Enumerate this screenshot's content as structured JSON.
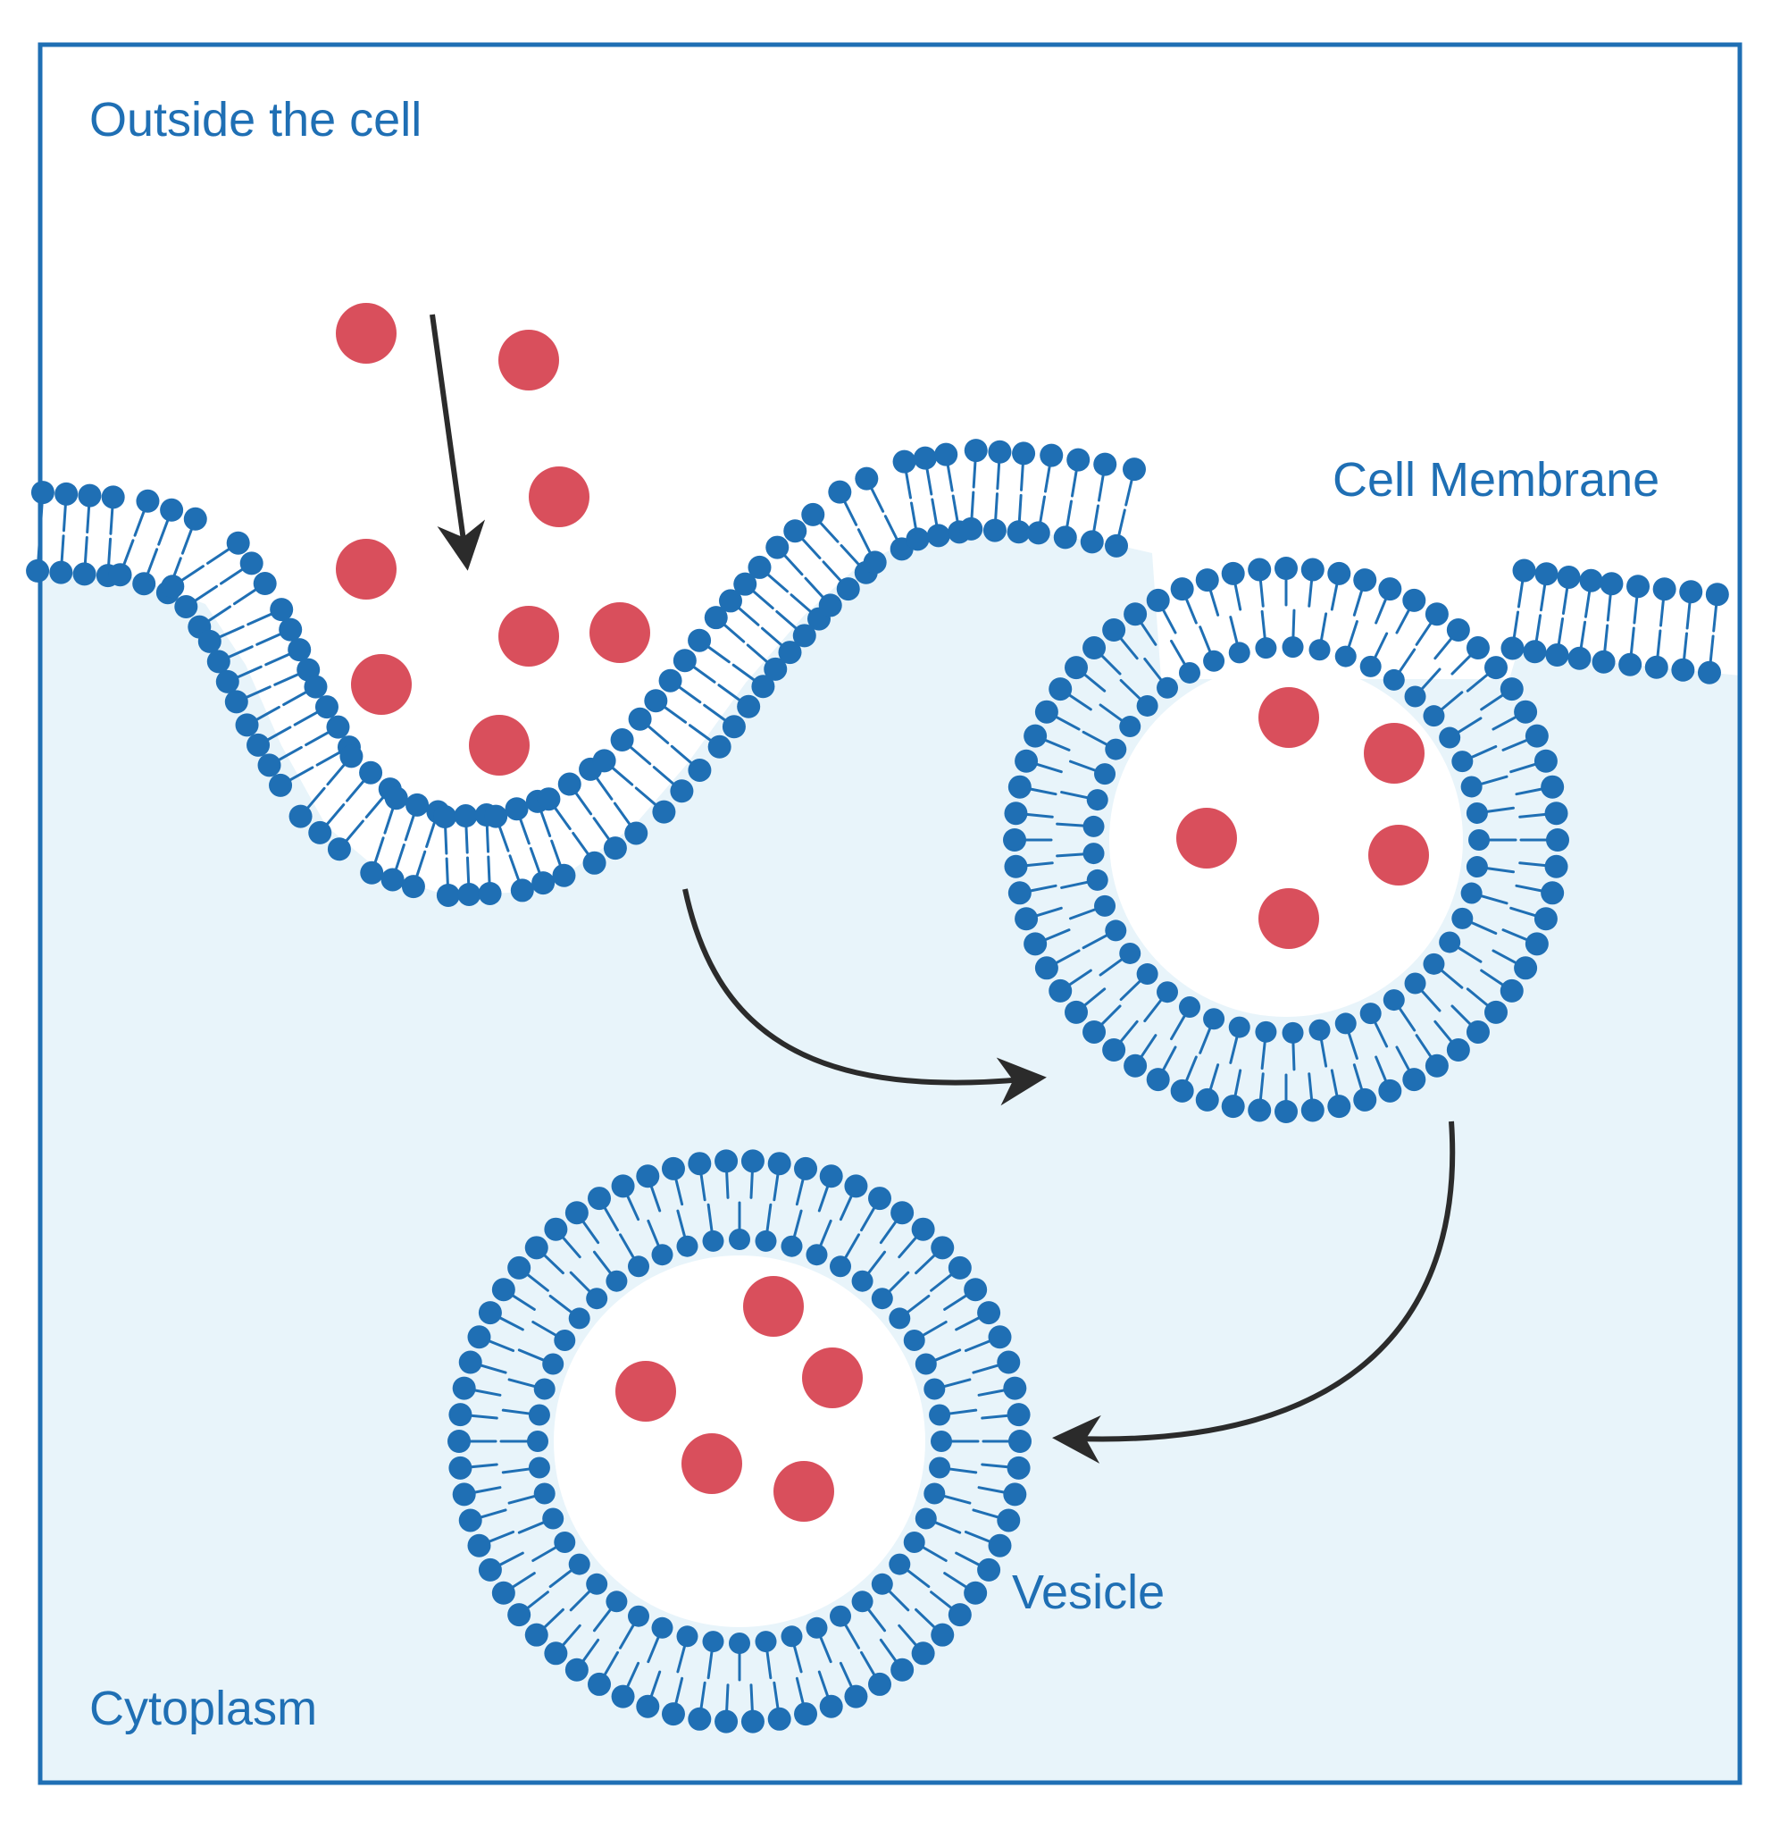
{
  "labels": {
    "outside": "Outside the cell",
    "membrane": "Cell Membrane",
    "vesicle": "Vesicle",
    "cytoplasm": "Cytoplasm"
  },
  "colors": {
    "frame": "#1f6fb4",
    "lipid_head": "#1f6fb4",
    "lipid_tail": "#1f6fb4",
    "cytoplasm": "#e8f4fa",
    "outside": "#ffffff",
    "particle": "#d94f5c",
    "arrow": "#2b2b2b",
    "label": "#1f6fb4"
  },
  "icons": {
    "particle": "red-particle",
    "arrow": "curved-arrow",
    "membrane": "phospholipid-bilayer"
  }
}
